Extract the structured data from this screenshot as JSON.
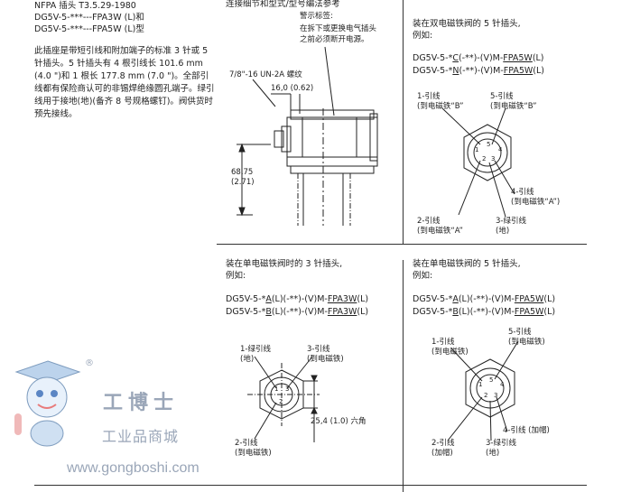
{
  "left": {
    "line1": "NFPA 插头 T3.5.29-1980",
    "line2": "DG5V-5-***---FPA3W (L)和",
    "line3": "DG5V-5-***---FPA5W (L)型",
    "intro": "此插座是带短引线和附加端子的标准 3 针或 5 针插头。5 针插头有 4 根引线长 101.6 mm (4.0 \")和 1 根长 177.8 mm (7.0 \")。全部引线都有保险商认可的非锡焊绝缘圆孔端子。绿引线用于接地(地)(备齐 8 号规格螺钉)。阀供货时预先接线。"
  },
  "middle": {
    "header": "连接细节和型式/型号编法参考",
    "warning": [
      "警示标签:",
      "在拆下或更换电气插头",
      "之前必须断开电源。"
    ],
    "thread": "7/8\"-16 UN-2A 螺纹",
    "dim_top": "16,0 (0.62)",
    "dim_height": "68,75",
    "dim_height_in": "(2.71)"
  },
  "top_right": {
    "title": "装在双电磁铁阀的 5 针插头,",
    "example": "例如:",
    "code1": {
      "pre": "DG5V-5-*",
      "u": "C",
      "mid": "(-**)-(V)M-",
      "u2": "FPA5W",
      "post": "(L)"
    },
    "code2": {
      "pre": "DG5V-5-*",
      "u": "N",
      "mid": "(-**)-(V)M-",
      "u2": "FPA5W",
      "post": "(L)"
    },
    "lead1": [
      "1-引线",
      "(到电磁铁“B”"
    ],
    "lead5": [
      "5-引线",
      "(到电磁铁“B”"
    ],
    "lead4": [
      "4-引线",
      "(到电磁铁“A”)"
    ],
    "lead2": [
      "2-引线",
      "(到电磁铁“A”"
    ],
    "lead3": [
      "3-绿引线",
      "(地)"
    ]
  },
  "bottom_mid": {
    "title": "装在单电磁铁阀时的 3 针插头,",
    "example": "例如:",
    "code1": {
      "pre": "DG5V-5-*",
      "u": "A",
      "mid": "(L)(-**)-(V)M-",
      "u2": "FPA3W",
      "post": "(L)"
    },
    "code2": {
      "pre": "DG5V-5-*",
      "u": "B",
      "mid": "(L)(-**)-(V)M-",
      "u2": "FPA3W",
      "post": "(L)"
    },
    "lead1": [
      "1-绿引线",
      "(地)"
    ],
    "lead3": [
      "3-引线",
      "(到电磁铁)"
    ],
    "lead2": [
      "2-引线",
      "(到电磁铁)"
    ],
    "hex": "25,4 (1.0) 六角"
  },
  "bottom_right": {
    "title": "装在单电磁铁阀的 5 针插头,",
    "example": "例如:",
    "code1": {
      "pre": "DG5V-5-*",
      "u": "A",
      "mid": "(L)(-**)-(V)M-",
      "u2": "FPA5W",
      "post": "(L)"
    },
    "code2": {
      "pre": "DG5V-5-*",
      "u": "B",
      "mid": "(L)(-**)-(V)M-",
      "u2": "FPA5W",
      "post": "(L)"
    },
    "lead1": [
      "1-引线",
      "(到电磁铁)"
    ],
    "lead5": [
      "5-引线",
      "(到电磁铁)"
    ],
    "lead4": [
      "4-引线 (加帽)"
    ],
    "lead2": [
      "2-引线",
      "(加帽)"
    ],
    "lead3": [
      "3-绿引线",
      "(地)"
    ]
  },
  "pins": [
    "1",
    "2",
    "3",
    "4",
    "5"
  ],
  "watermark": {
    "brand": "工博士",
    "sub": "工业品商城",
    "url": "www.gongboshi.com",
    "reg": "®"
  },
  "colors": {
    "ink": "#222222",
    "watermark": "#9aa6b8"
  }
}
